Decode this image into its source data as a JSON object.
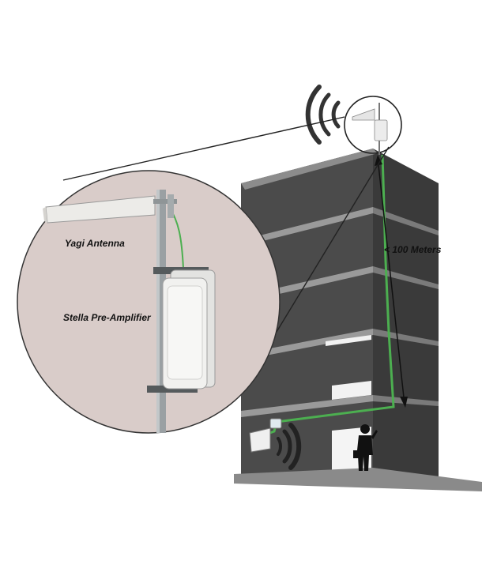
{
  "labels": {
    "antenna": "Yagi Antenna",
    "amplifier": "Stella Pre-Amplifier",
    "distance": "< 100 Meters"
  },
  "colors": {
    "building_front": "#4a4a4a",
    "building_side": "#3b3b3b",
    "slab": "#8e8e8e",
    "inset_bg": "#d8cbc8",
    "cable": "#4caf50",
    "signal_waves": "#2b2b2b",
    "equipment": "#e9e9e9"
  },
  "icons": [
    "signal-waves-icon",
    "person-on-phone-icon",
    "yagi-antenna-icon",
    "amplifier-box-icon",
    "indoor-antenna-icon"
  ]
}
